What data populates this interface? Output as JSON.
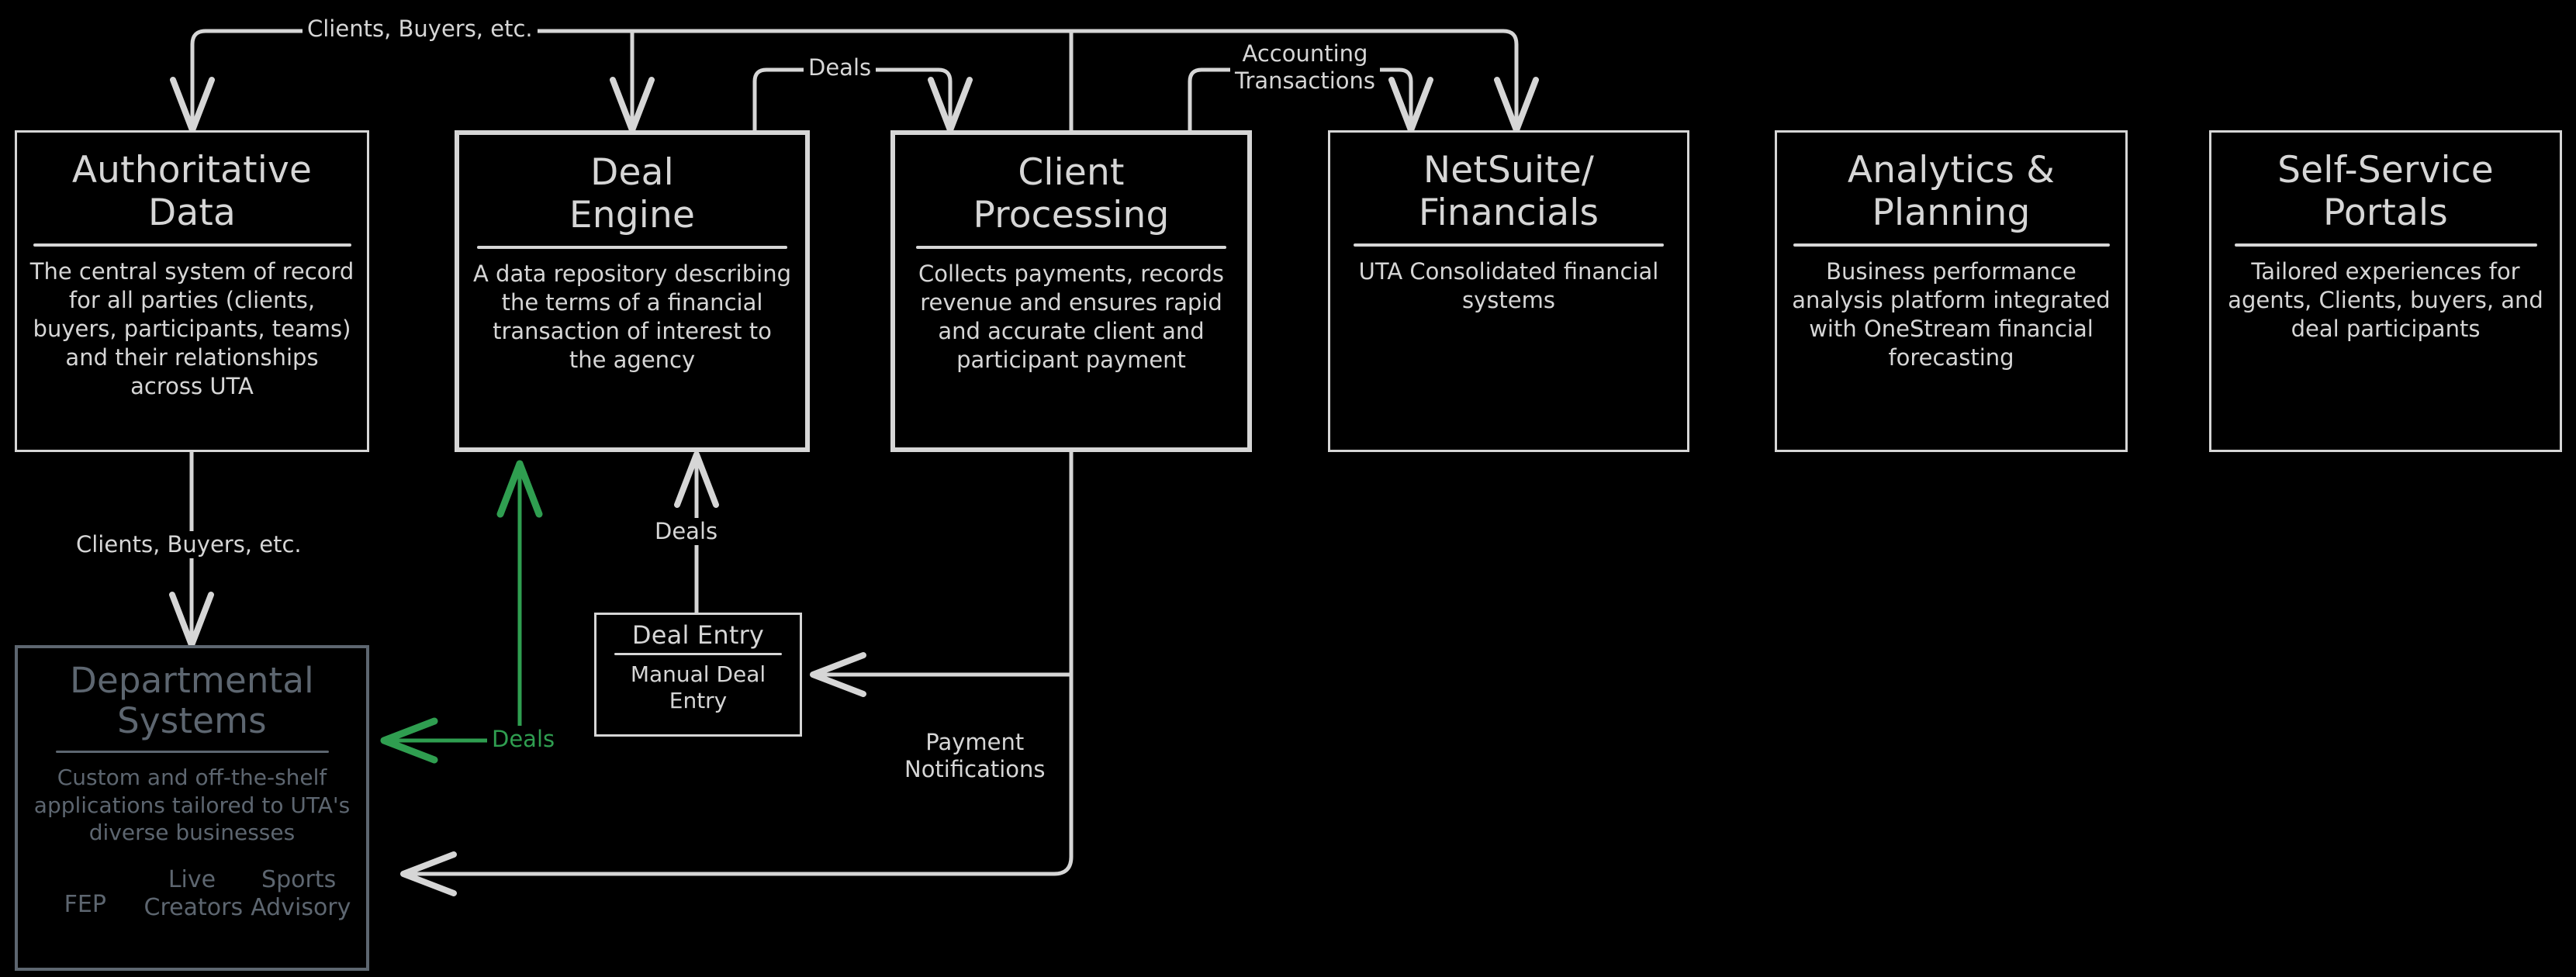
{
  "diagram": {
    "title": "UTA Systems Architecture Data Flow",
    "background": "#000000",
    "line_color": "#d6d6d6",
    "dim_color": "#5d6670",
    "accent_green": "#2f9e50"
  },
  "nodes": [
    {
      "id": "authoritative-data",
      "title": "Authoritative\nData",
      "desc": "The central system of record for all parties (clients, buyers, participants, teams) and their relationships across UTA",
      "style": "thin"
    },
    {
      "id": "deal-engine",
      "title": "Deal\nEngine",
      "desc": "A data repository  describing the terms of a financial transaction of interest to the agency",
      "style": "thick"
    },
    {
      "id": "client-processing",
      "title": "Client\nProcessing",
      "desc": "Collects payments, records revenue and ensures rapid and accurate client and participant payment",
      "style": "thick"
    },
    {
      "id": "netsuite",
      "title": "NetSuite/\nFinancials",
      "desc": "UTA Consolidated financial systems",
      "style": "thin"
    },
    {
      "id": "analytics",
      "title": "Analytics &\nPlanning",
      "desc": "Business performance analysis platform integrated with OneStream financial forecasting",
      "style": "thin"
    },
    {
      "id": "self-service",
      "title": "Self-Service\nPortals",
      "desc": "Tailored experiences for agents, Clients, buyers, and deal participants",
      "style": "thin"
    },
    {
      "id": "departmental",
      "title": "Departmental\nSystems",
      "desc": "Custom and off-the-shelf applications tailored to UTA's diverse businesses",
      "style": "dim",
      "tags": [
        "FEP",
        "Live\nCreators",
        "Sports\nAdvisory"
      ]
    },
    {
      "id": "deal-entry",
      "title": "Deal Entry",
      "desc": "Manual Deal Entry",
      "style": "thin-small"
    }
  ],
  "edge_labels": [
    {
      "id": "clients-buyers-top",
      "text": "Clients, Buyers, etc.",
      "color": "#d6d6d6"
    },
    {
      "id": "deals-top",
      "text": "Deals",
      "color": "#d6d6d6"
    },
    {
      "id": "accounting-transactions",
      "text": "Accounting\nTransactions",
      "color": "#d6d6d6"
    },
    {
      "id": "clients-buyers-left",
      "text": "Clients, Buyers, etc.",
      "color": "#d6d6d6"
    },
    {
      "id": "deals-entry",
      "text": "Deals",
      "color": "#d6d6d6"
    },
    {
      "id": "deals-green",
      "text": "Deals",
      "color": "#2f9e50"
    },
    {
      "id": "payment-notifications",
      "text": "Payment\nNotifications",
      "color": "#d6d6d6"
    }
  ]
}
